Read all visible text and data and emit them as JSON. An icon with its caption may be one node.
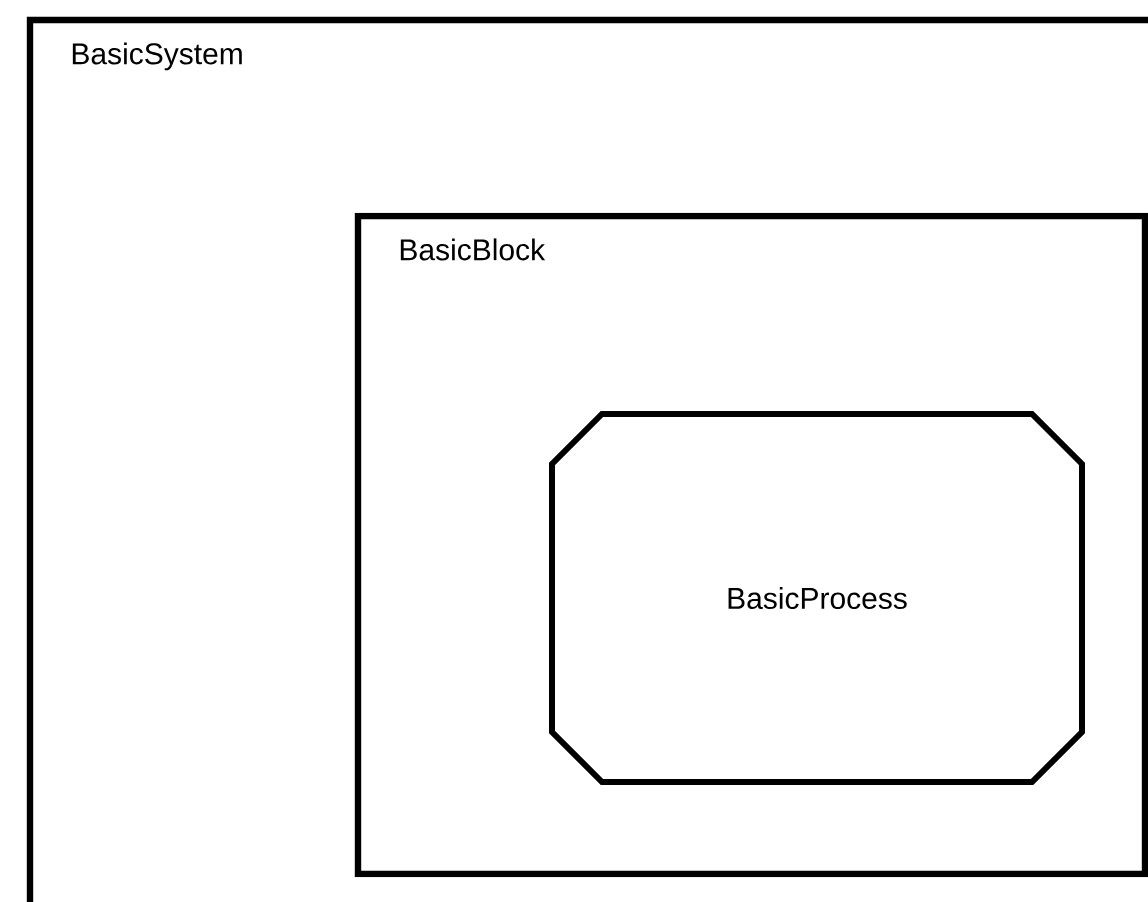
{
  "diagram": {
    "nodes": [
      {
        "text": [
          "BasicSystem"
        ]
      },
      {
        "text": [
          "BasicBlock"
        ],
        "in": 0
      },
      {
        "text": [
          "BasicProcess"
        ],
        "in": 1
      }
    ]
  }
}
